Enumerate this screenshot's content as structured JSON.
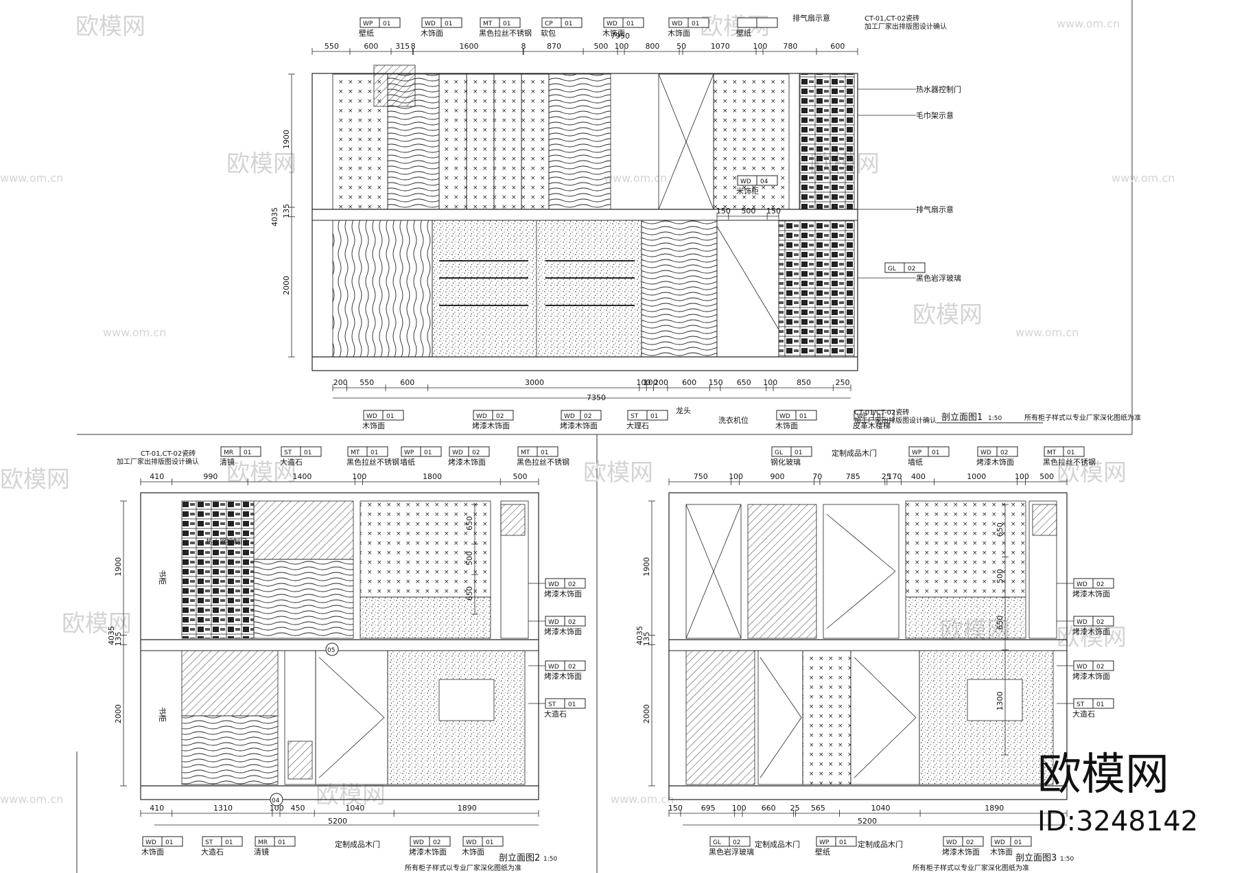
{
  "watermark": {
    "brand": "欧模网",
    "domain": "www.om.cn",
    "id": "ID:3248142"
  },
  "elevation1": {
    "title": "剖立面图1",
    "scale": "1:50",
    "note": "所有柜子样式以专业厂家深化图纸为准",
    "total_top": "7950",
    "total_bottom": "7350",
    "total_height": "4035",
    "top_dims": [
      "550",
      "600",
      "315",
      "8",
      "1600",
      "8",
      "870",
      "500",
      "100",
      "800",
      "50",
      "1070",
      "100",
      "780",
      "600"
    ],
    "bottom_dims": [
      "200",
      "550",
      "600",
      "3000",
      "100",
      "100",
      "200",
      "600",
      "150",
      "650",
      "100",
      "850",
      "250"
    ],
    "left_dims": [
      "1900",
      "135",
      "2000"
    ],
    "inner_dims": [
      "150",
      "500",
      "150"
    ],
    "top_tags": [
      {
        "code": "WP",
        "num": "01",
        "label": "壁纸"
      },
      {
        "code": "WD",
        "num": "01",
        "label": "木饰面"
      },
      {
        "code": "MT",
        "num": "01",
        "label": "黑色拉丝不锈钢"
      },
      {
        "code": "CP",
        "num": "01",
        "label": "软包"
      },
      {
        "code": "WD",
        "num": "01",
        "label": "木饰面"
      },
      {
        "code": "WD",
        "num": "01",
        "label": "木饰面"
      },
      {
        "code": "",
        "num": "",
        "label": "壁纸"
      }
    ],
    "top_notes": [
      "排气扇示意",
      "CT-01,CT-02瓷砖",
      "加工厂家出排版图设计确认"
    ],
    "right_notes": [
      "热水器控制门",
      "毛巾架示意",
      "排气扇示意",
      "黑色岩浮玻璃"
    ],
    "right_tag": {
      "code": "GL",
      "num": "02"
    },
    "inner_tag": {
      "code": "WD",
      "num": "04",
      "label": "米饰柜"
    },
    "bottom_tags": [
      {
        "code": "WD",
        "num": "01",
        "label": "木饰面"
      },
      {
        "code": "WD",
        "num": "02",
        "label": "烤漆木饰面"
      },
      {
        "code": "WD",
        "num": "02",
        "label": "烤漆木饰面"
      },
      {
        "code": "ST",
        "num": "01",
        "label": "大理石"
      },
      {
        "code": "",
        "num": "",
        "label": "龙头"
      },
      {
        "code": "",
        "num": "",
        "label": "洗衣机位"
      },
      {
        "code": "WD",
        "num": "01",
        "label": "木饰面"
      },
      {
        "code": "WP",
        "num": "01",
        "label": "皮革木楼梯"
      }
    ],
    "bottom_note": [
      "CT-01/CT-02瓷砖",
      "加工厂家出排版图设计确认"
    ]
  },
  "elevation2": {
    "title": "剖立面图2",
    "scale": "1:50",
    "note": "所有柜子样式以专业厂家深化图纸为准",
    "total": "5200",
    "total_height": "4035",
    "top_dims": [
      "410",
      "990",
      "1400",
      "100",
      "1800",
      "500"
    ],
    "bottom_dims": [
      "410",
      "1310",
      "100",
      "450",
      "1040",
      "1890"
    ],
    "left_dims": [
      "1900",
      "135",
      "2000"
    ],
    "inner_dims": [
      "650",
      "500",
      "650"
    ],
    "top_tags": [
      {
        "code": "MR",
        "num": "01",
        "label": "清镜"
      },
      {
        "code": "ST",
        "num": "01",
        "label": "大造石"
      },
      {
        "code": "MT",
        "num": "01",
        "label": "黑色拉丝不锈钢"
      },
      {
        "code": "WP",
        "num": "01",
        "label": "墙纸"
      },
      {
        "code": "WD",
        "num": "02",
        "label": "烤漆木饰面"
      },
      {
        "code": "MT",
        "num": "01",
        "label": "黑色拉丝不锈钢"
      }
    ],
    "top_left_note": [
      "CT-01,CT-02瓷砖",
      "加工厂家出排版图设计确认"
    ],
    "inner_note": "热水器控制门",
    "right_tags": [
      {
        "code": "WD",
        "num": "02",
        "label": "烤漆木饰面"
      },
      {
        "code": "WD",
        "num": "02",
        "label": "烤漆木饰面"
      },
      {
        "code": "WD",
        "num": "02",
        "label": "烤漆木饰面"
      },
      {
        "code": "ST",
        "num": "01",
        "label": "大造石"
      }
    ],
    "side_labels": [
      "书柜",
      "书柜"
    ],
    "bottom_tags": [
      {
        "code": "WD",
        "num": "01",
        "label": "木饰面"
      },
      {
        "code": "ST",
        "num": "01",
        "label": "大造石"
      },
      {
        "code": "MR",
        "num": "01",
        "label": "清镜"
      },
      {
        "code": "",
        "num": "",
        "label": "定制成品木门"
      },
      {
        "code": "WD",
        "num": "02",
        "label": "烤漆木饰面"
      },
      {
        "code": "WD",
        "num": "01",
        "label": "木饰面"
      }
    ],
    "callouts": [
      "05",
      "04"
    ]
  },
  "elevation3": {
    "title": "剖立面图3",
    "scale": "1:50",
    "note": "所有柜子样式以专业厂家深化图纸为准",
    "total": "5200",
    "total_height": "4035",
    "top_dims": [
      "750",
      "100",
      "900",
      "70",
      "785",
      "25",
      "170",
      "400",
      "1000",
      "100",
      "500"
    ],
    "bottom_dims": [
      "150",
      "695",
      "100",
      "660",
      "25",
      "565",
      "1040",
      "1890"
    ],
    "left_dims": [
      "1900",
      "135",
      "2000"
    ],
    "inner_dims": [
      "650",
      "500",
      "650",
      "1300"
    ],
    "top_tags": [
      {
        "code": "GL",
        "num": "01",
        "label": "钢化玻璃"
      },
      {
        "code": "",
        "num": "",
        "label": "定制成品木门"
      },
      {
        "code": "WP",
        "num": "01",
        "label": "墙纸"
      },
      {
        "code": "WD",
        "num": "02",
        "label": "烤漆木饰面"
      },
      {
        "code": "MT",
        "num": "01",
        "label": "黑色拉丝不锈钢"
      }
    ],
    "right_tags": [
      {
        "code": "WD",
        "num": "02",
        "label": "烤漆木饰面"
      },
      {
        "code": "WD",
        "num": "02",
        "label": "烤漆木饰面"
      },
      {
        "code": "WD",
        "num": "02",
        "label": "烤漆木饰面"
      },
      {
        "code": "ST",
        "num": "01",
        "label": "大造石"
      }
    ],
    "bottom_tags": [
      {
        "code": "GL",
        "num": "02",
        "label": "黑色岩浮玻璃"
      },
      {
        "code": "",
        "num": "",
        "label": "定制成品木门"
      },
      {
        "code": "WP",
        "num": "01",
        "label": "壁纸"
      },
      {
        "code": "",
        "num": "",
        "label": "定制成品木门"
      },
      {
        "code": "WD",
        "num": "02",
        "label": "烤漆木饰面"
      },
      {
        "code": "WD",
        "num": "01",
        "label": "木饰面"
      }
    ]
  }
}
